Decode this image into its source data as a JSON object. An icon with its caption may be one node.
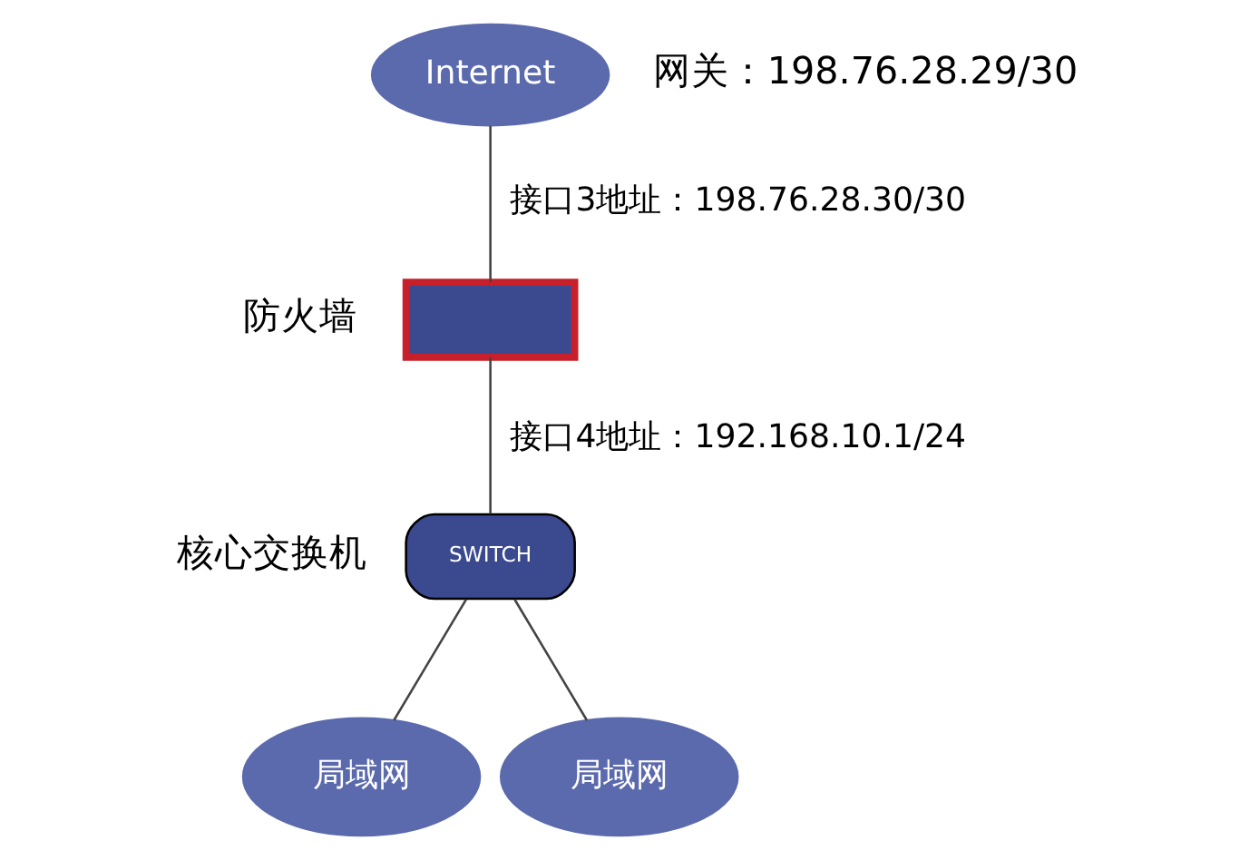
{
  "diagram": {
    "nodes": [
      {
        "text": [
          "Internet"
        ],
        "beside": [
          "网关：198.76.28.29/30"
        ]
      },
      {
        "text": [],
        "shape": "box",
        "beside": [
          "防火墙"
        ]
      },
      {
        "text": [
          "SWITCH"
        ],
        "beside": [
          "核心交换机"
        ]
      },
      {
        "text": [
          "局域网"
        ]
      },
      {
        "text": [
          "局域网"
        ]
      }
    ],
    "edges": [
      {
        "from": 0,
        "to": 1,
        "arrow": "none",
        "label": "接口3地址：198.76.28.30/30"
      },
      {
        "from": 1,
        "to": 2,
        "arrow": "none",
        "label": "接口4地址：192.168.10.1/24"
      },
      {
        "from": 2,
        "to": 3,
        "arrow": "none"
      },
      {
        "from": 2,
        "to": 4,
        "arrow": "none"
      }
    ]
  }
}
